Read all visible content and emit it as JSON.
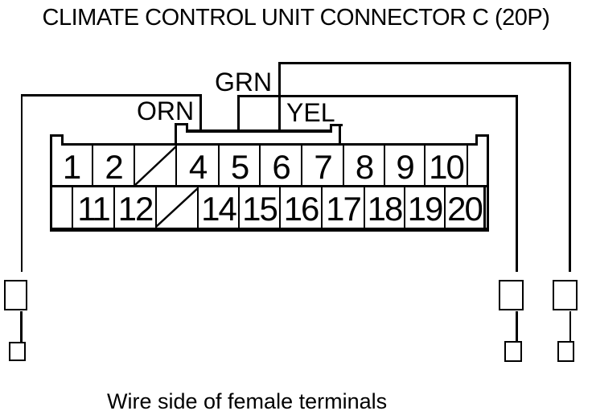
{
  "title": "CLIMATE CONTROL UNIT CONNECTOR C (20P)",
  "caption": "Wire side of female terminals",
  "colors": {
    "ink": "#000000",
    "background": "#ffffff"
  },
  "connector": {
    "name": "Climate control unit connector C (20P)",
    "rows": 2,
    "top_row_pins": [
      "1",
      "2",
      "",
      "4",
      "5",
      "6",
      "7",
      "8",
      "9",
      "10"
    ],
    "bottom_row_pins": [
      "11",
      "12",
      "",
      "14",
      "15",
      "16",
      "17",
      "18",
      "19",
      "20"
    ],
    "missing_pins": [
      "3",
      "13"
    ]
  },
  "wires": [
    {
      "label": "ORN",
      "pin": "4"
    },
    {
      "label": "GRN",
      "pin": "5"
    },
    {
      "label": "YEL",
      "pin": "6"
    }
  ]
}
